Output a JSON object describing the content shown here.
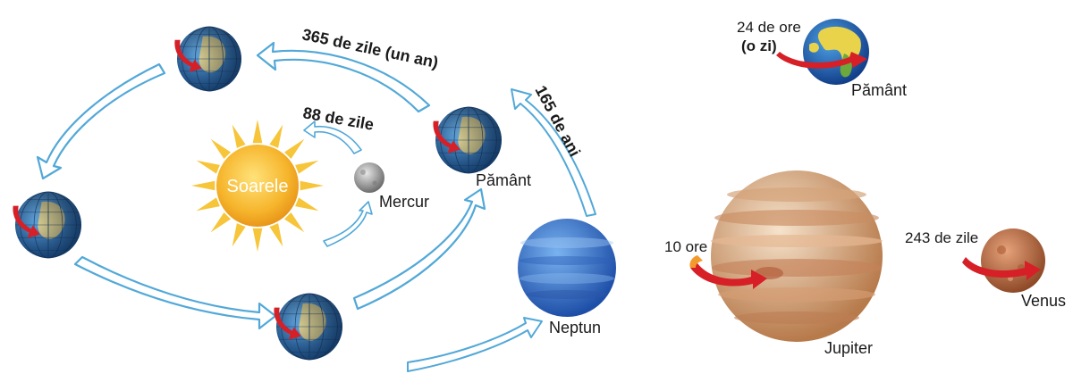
{
  "colors": {
    "orbit_arrow_stroke": "#52a8d8",
    "orbit_arrow_fill": "#ffffff",
    "sun_core": "#f6b52c",
    "sun_rays": "#f7c53a",
    "earth_ocean": "#3d86c6",
    "earth_land": "#e8d58c",
    "earth_grid": "#1b3f6e",
    "spin_arrow": "#d61f26",
    "neptune": "#3d7fd9",
    "jupiter_base": "#e8c9a7",
    "jupiter_band": "#c98e63",
    "venus": "#c6774b",
    "mercury": "#9a9a9a",
    "spin_arrow_orange": "#f39a2c"
  },
  "sun": {
    "label": "Soarele"
  },
  "orbits": {
    "earth_period": "365 de zile (un an)",
    "mercury_period": "88 de zile",
    "neptune_period": "165 de ani"
  },
  "planets_left": {
    "mercury": "Mercur",
    "earth": "Pământ",
    "neptune": "Neptun"
  },
  "rotation": {
    "earth": {
      "name": "Pământ",
      "period_line1": "24 de ore",
      "period_line2": "(o zi)"
    },
    "jupiter": {
      "name": "Jupiter",
      "period": "10 ore"
    },
    "venus": {
      "name": "Venus",
      "period": "243 de zile"
    }
  }
}
